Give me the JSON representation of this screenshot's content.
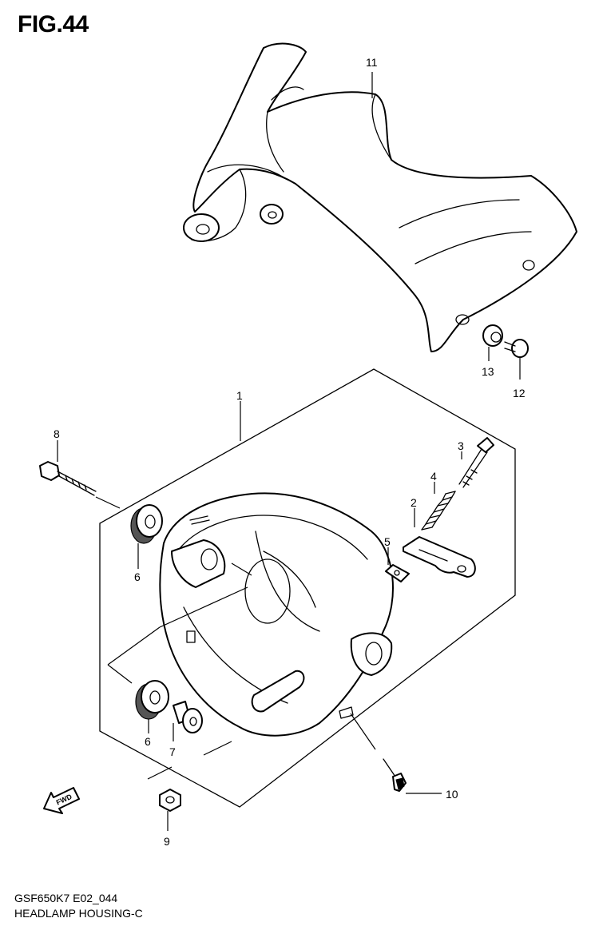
{
  "figure": {
    "title": "FIG.44"
  },
  "footer": {
    "code": "GSF650K7 E02_044",
    "name": "HEADLAMP HOUSING-C"
  },
  "fwd_label": "FWD",
  "callouts": {
    "p1": "1",
    "p2": "2",
    "p3": "3",
    "p4": "4",
    "p5": "5",
    "p6a": "6",
    "p6b": "6",
    "p7": "7",
    "p8": "8",
    "p9": "9",
    "p10": "10",
    "p11": "11",
    "p12": "12",
    "p13": "13"
  }
}
